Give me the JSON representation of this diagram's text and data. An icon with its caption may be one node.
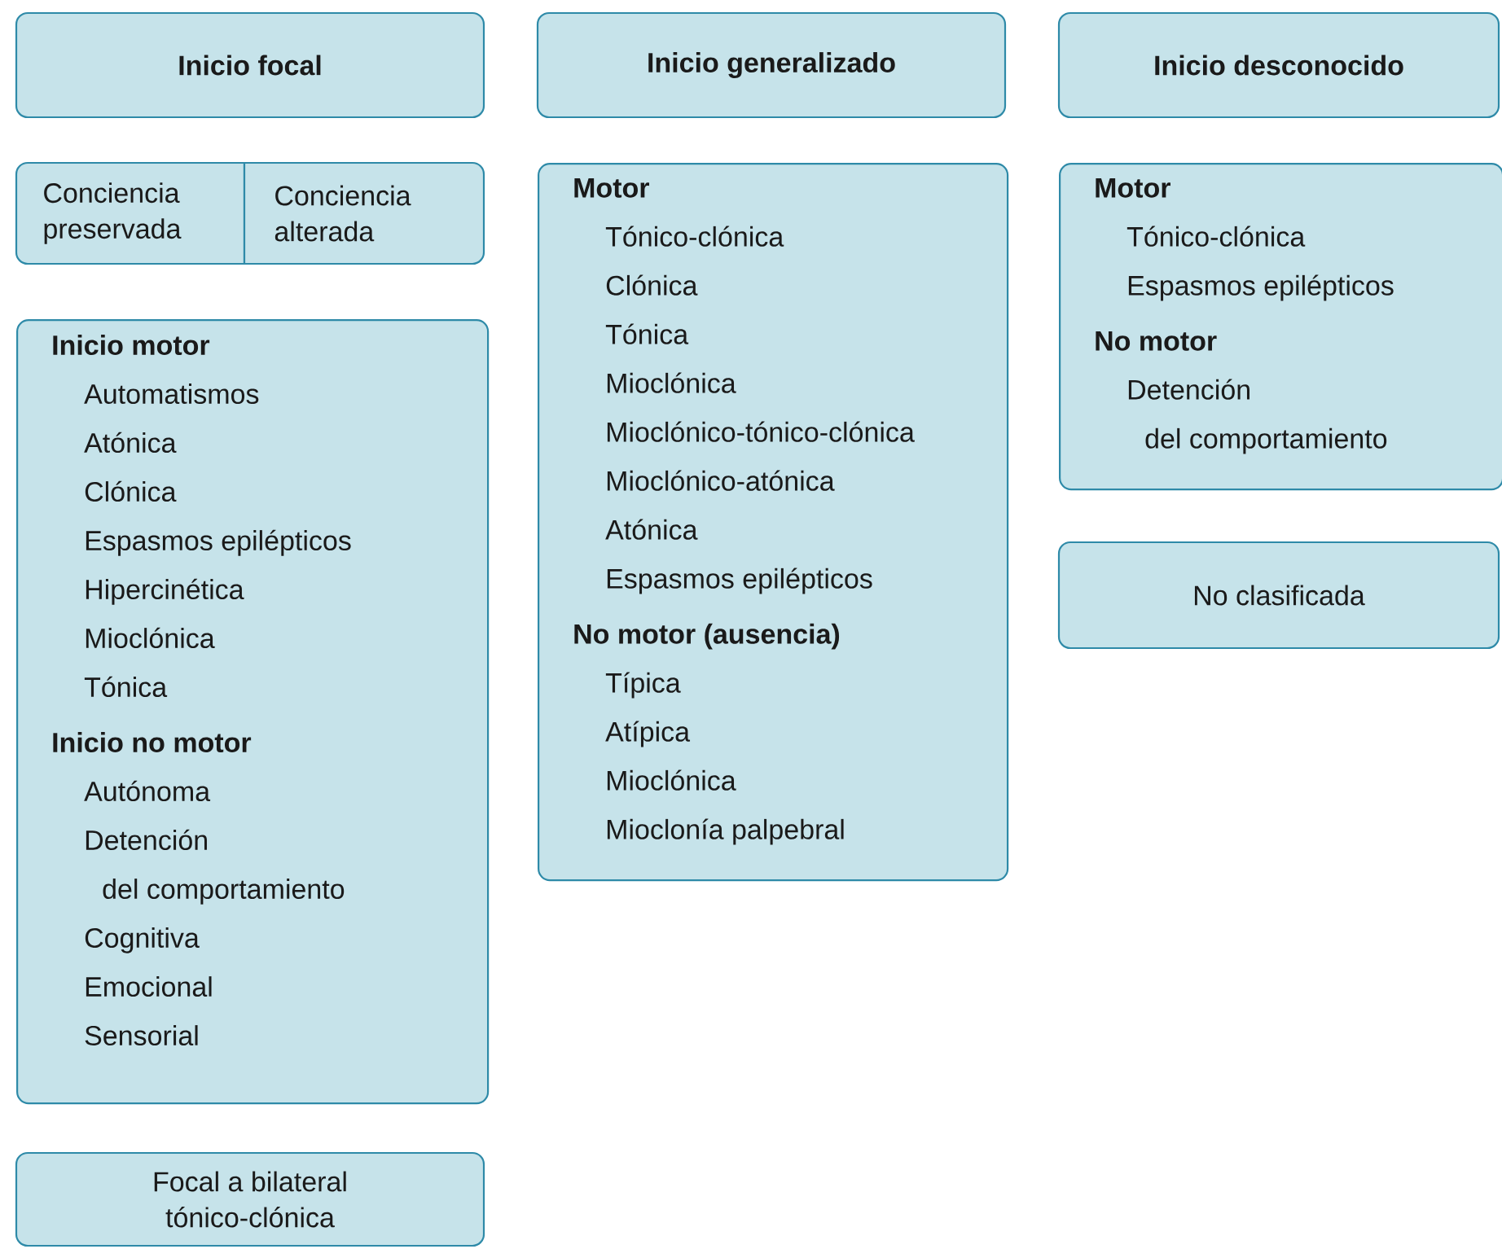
{
  "diagram": {
    "nodes": [
      {
        "text": [
          "Inicio focal"
        ]
      },
      {
        "text": [
          "Conciencia preservada"
        ]
      },
      {
        "text": [
          "Conciencia alterada"
        ]
      },
      {
        "text": [
          "Inicio motor",
          "Automatismos",
          "Atónica",
          "Clónica",
          "Espasmos epilépticos",
          "Hipercinética",
          "Mioclónica",
          "Tónica",
          "Inicio no motor",
          "Autónoma",
          "Detención del comportamiento",
          "Cognitiva",
          "Emocional",
          "Sensorial"
        ]
      },
      {
        "text": [
          "Focal a bilateral tónico-clónica"
        ]
      },
      {
        "text": [
          "Inicio generalizado"
        ]
      },
      {
        "text": [
          "Motor",
          "Tónico-clónica",
          "Clónica",
          "Tónica",
          "Mioclónica",
          "Mioclónico-tónico-clónica",
          "Mioclónico-atónica",
          "Atónica",
          "Espasmos epilépticos",
          "No motor (ausencia)",
          "Típica",
          "Atípica",
          "Mioclónica",
          "Mioclonía palpebral"
        ]
      },
      {
        "text": [
          "Inicio desconocido"
        ]
      },
      {
        "text": [
          "Motor",
          "Tónico-clónica",
          "Espasmos epilépticos",
          "No motor",
          "Detención del comportamiento"
        ]
      },
      {
        "text": [
          "No clasificada"
        ]
      }
    ]
  }
}
